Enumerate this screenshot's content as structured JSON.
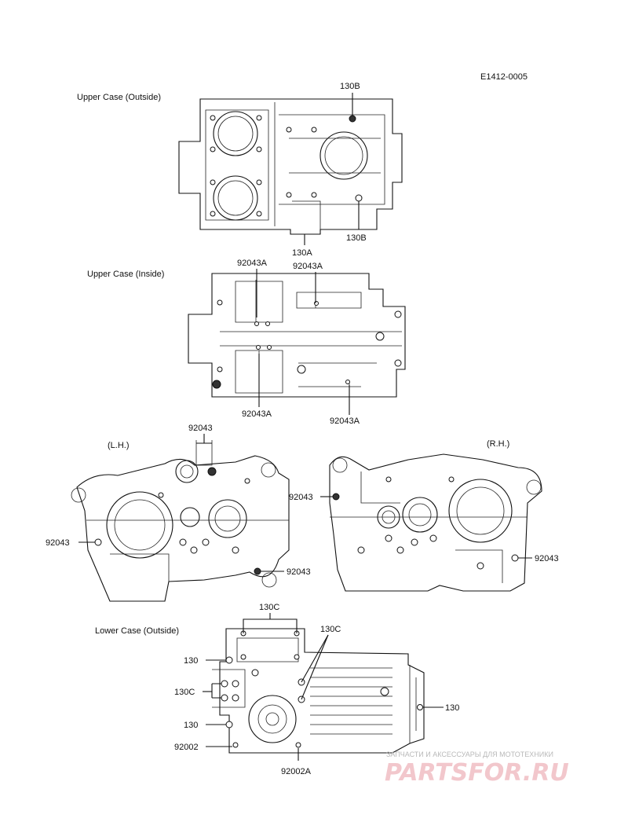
{
  "diagram": {
    "code": "E1412-0005",
    "sections": {
      "upper_outside": "Upper Case (Outside)",
      "upper_inside": "Upper Case (Inside)",
      "lh": "(L.H.)",
      "rh": "(R.H.)",
      "lower_outside": "Lower Case (Outside)"
    },
    "labels": {
      "uo_130b_top": "130B",
      "uo_130b_bottom": "130B",
      "uo_130a": "130A",
      "ui_92043a_1": "92043A",
      "ui_92043a_2": "92043A",
      "ui_92043a_3": "92043A",
      "ui_92043a_4": "92043A",
      "lh_92043_top": "92043",
      "lh_92043_left": "92043",
      "lh_92043_right": "92043",
      "rh_92043_left": "92043",
      "rh_92043_right": "92043",
      "lo_130c_top": "130C",
      "lo_130c_right": "130C",
      "lo_130_1": "130",
      "lo_130c_left": "130C",
      "lo_130_2": "130",
      "lo_92002": "92002",
      "lo_92002a": "92002A",
      "lo_130_right": "130"
    }
  },
  "watermark": {
    "tagline": "ЗАПЧАСТИ И АКСЕССУАРЫ ДЛЯ МОТОТЕХНИКИ",
    "brand": "PARTSFOR.RU",
    "colors": {
      "brand": "#e8a0a8",
      "tagline": "#b9b9b9"
    }
  }
}
